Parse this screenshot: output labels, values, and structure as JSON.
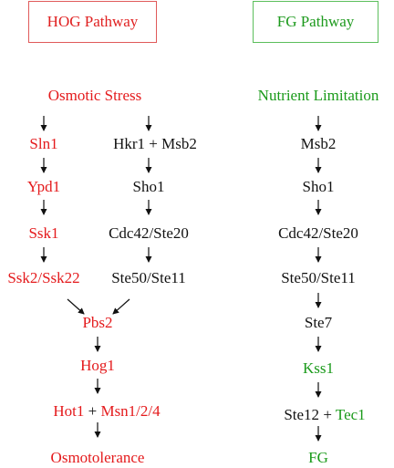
{
  "hog": {
    "title": "HOG Pathway",
    "osmotic_stress": "Osmotic Stress",
    "sln1": "Sln1",
    "ypd1": "Ypd1",
    "ssk1": "Ssk1",
    "ssk2": "Ssk2/Ssk22",
    "hkr1_msb2": "Hkr1 + Msb2",
    "sho1": "Sho1",
    "cdc42": "Cdc42/Ste20",
    "ste50": "Ste50/Ste11",
    "pbs2": "Pbs2",
    "hog1": "Hog1",
    "hot1": "Hot1",
    "plus": "+",
    "msn": "Msn1/2/4",
    "outcome": "Osmotolerance"
  },
  "fg": {
    "title": "FG Pathway",
    "nutrient": "Nutrient Limitation",
    "msb2": "Msb2",
    "sho1": "Sho1",
    "cdc42": "Cdc42/Ste20",
    "ste50": "Ste50/Ste11",
    "ste7": "Ste7",
    "kss1": "Kss1",
    "ste12": "Ste12",
    "plus": "+",
    "tec1": "Tec1",
    "outcome": "FG"
  },
  "colors": {
    "hog_node": "#e41a1c",
    "fg_node": "#1a9a1a",
    "neutral_node": "#111111",
    "hog_box_border": "#e05a5a",
    "fg_box_border": "#5cbf5c"
  }
}
